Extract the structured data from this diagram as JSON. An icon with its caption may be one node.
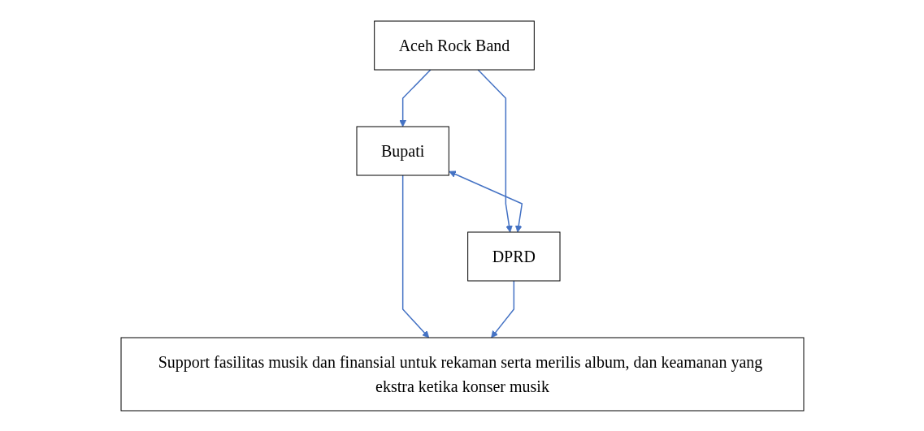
{
  "diagram": {
    "nodes": [
      {
        "text": [
          "Aceh Rock Band"
        ]
      },
      {
        "text": [
          "Bupati"
        ]
      },
      {
        "text": [
          "DPRD"
        ]
      },
      {
        "text": [
          "Support fasilitas musik dan finansial untuk rekaman serta merilis album, dan keamanan yang ekstra ketika konser musik"
        ]
      }
    ],
    "edges": [
      {
        "from": 0,
        "to": 1,
        "arrow": "to"
      },
      {
        "from": 0,
        "to": 2,
        "arrow": "to"
      },
      {
        "from": 1,
        "to": 2,
        "arrow": "both"
      },
      {
        "from": 1,
        "to": 3,
        "arrow": "to"
      },
      {
        "from": 2,
        "to": 3,
        "arrow": "to"
      }
    ]
  }
}
